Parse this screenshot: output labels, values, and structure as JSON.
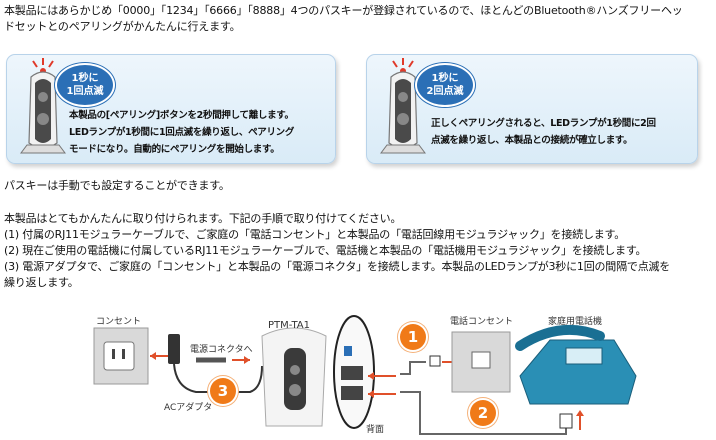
{
  "intro": {
    "line1": "本製品にはあらかじめ「0000」「1234」「6666」「8888」4つのパスキーが登録されているので、ほとんどのBluetooth®ハンズフリーヘッ",
    "line2": "ドセットとのペアリングがかんたんに行えます。"
  },
  "card_left": {
    "badge": [
      "1秒に",
      "1回点滅"
    ],
    "desc": [
      "本製品の[ペアリング]ボタンを2秒間押して離します。",
      "LEDランプが1秒間に1回点滅を繰り返し、ペアリング",
      "モードになり。自動的にペアリングを開始します。"
    ]
  },
  "card_right": {
    "badge": [
      "1秒に",
      "2回点滅"
    ],
    "desc": [
      "正しくペアリングされると、LEDランプが1秒間に2回",
      "点滅を繰り返し、本製品との接続が確立します。"
    ]
  },
  "passkey_note": "パスキーは手動でも設定することができます。",
  "install": {
    "lead": "本製品はとてもかんたんに取り付けられます。下記の手順で取り付けてください。",
    "steps": [
      "(1) 付属のRJ11モジュラーケーブルで、ご家庭の「電話コンセント」と本製品の「電話回線用モジュラジャック」を接続します。",
      "(2) 現在ご使用の電話機に付属しているRJ11モジュラーケーブルで、電話機と本製品の「電話機用モジュラジャック」を接続します。",
      "(3) 電源アダプタで、ご家庭の「コンセント」と本製品の「電源コネクタ」を接続します。本製品のLEDランプが3秒に1回の間隔で点滅を",
      "繰り返します。"
    ]
  },
  "diagram": {
    "outlet_label": "コンセント",
    "power_connector_label": "電源コネクタへ",
    "ac_adapter_label": "ACアダプタ",
    "device_label": "PTM-TA1",
    "back_label": "背面",
    "phone_outlet_label": "電話コンセント",
    "home_phone_label": "家庭用電話機",
    "step_numbers": [
      "1",
      "2",
      "3"
    ],
    "colors": {
      "accent": "#f07a18",
      "brand_blue": "#2b6fb6",
      "phone_teal": "#2a8fb5",
      "arrow_red": "#e0502a"
    }
  }
}
